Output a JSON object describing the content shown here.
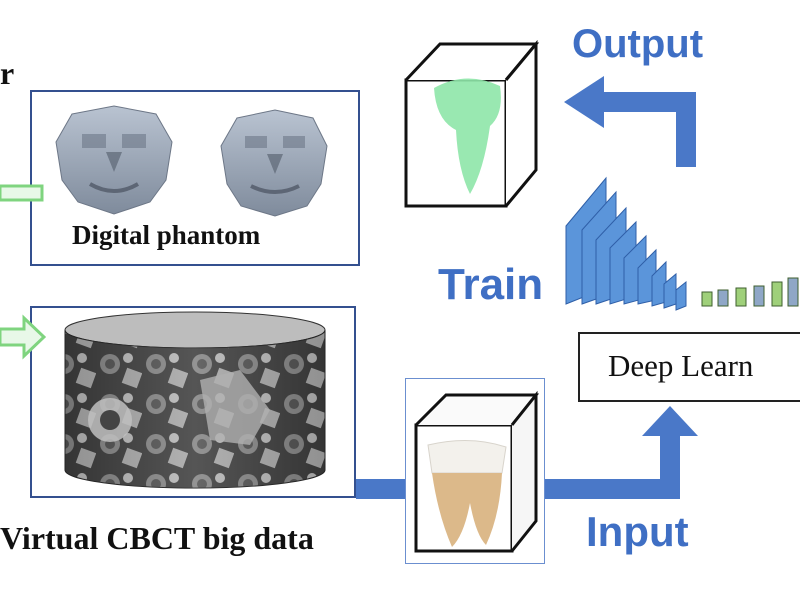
{
  "labels": {
    "partial_left_top": "r",
    "phantom_caption": "Digital phantom",
    "bigdata_caption": "Virtual CBCT big data",
    "output": "Output",
    "train": "Train",
    "input": "Input",
    "deep_learning_box": "Deep Learn"
  },
  "colors": {
    "accent_blue": "#3f6fc4",
    "frame_blue": "#34508f",
    "arrow_blue": "#4a78c8",
    "green_arrow": "#7fd47f",
    "tooth_green": "#8ee6a8",
    "tooth_crown": "#f3f1ec",
    "tooth_root": "#dcb98a"
  },
  "icons": {
    "phantom_face_1": "3d-face-phantom-icon",
    "phantom_face_2": "3d-face-phantom-icon",
    "cbct_cylinder": "cbct-image-stack-icon",
    "input_cube": "tooth-input-cube-icon",
    "output_cube": "tooth-output-cube-icon",
    "network": "neural-network-icon"
  }
}
